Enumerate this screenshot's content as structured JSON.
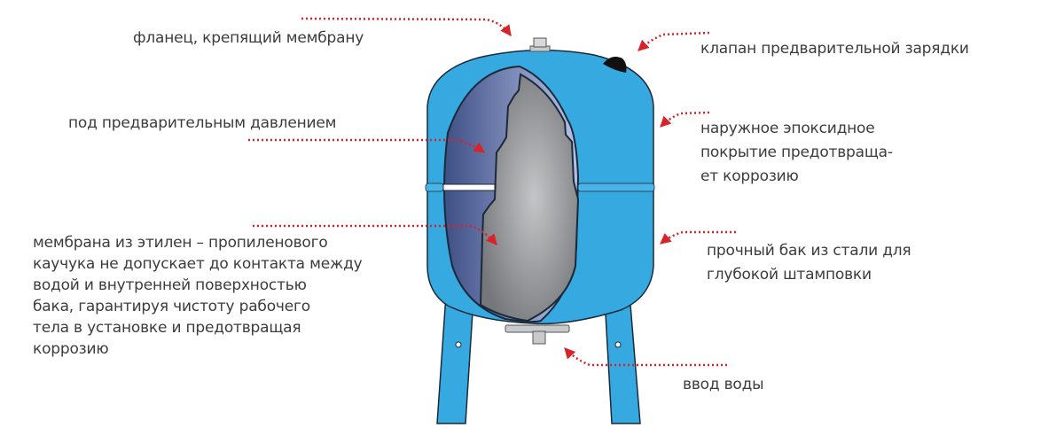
{
  "labels": {
    "flange": "фланец, крепящий мембрану",
    "valve": "клапан предварительной зарядки",
    "pressure": "под предварительным давлением",
    "coating": [
      "наружное эпоксидное",
      "покрытие предотвраща-",
      "ет коррозию"
    ],
    "membrane": [
      "мембрана из этилен – пропиленового",
      "каучука не допускает до контакта между",
      "водой и внутренней поверхностью",
      "бака, гарантируя чистоту рабочего",
      "тела в установке и предотвращая",
      "коррозию"
    ],
    "steel": [
      "прочный бак из стали для",
      "глубокой штамповки"
    ],
    "water_inlet": "ввод воды"
  },
  "colors": {
    "tank_blue": "#36a9e1",
    "arrow_red": "#d9232a",
    "membrane_gray": "#a9aaac",
    "inner_blue": "#7f8fc0",
    "text": "#3c3c3c"
  }
}
